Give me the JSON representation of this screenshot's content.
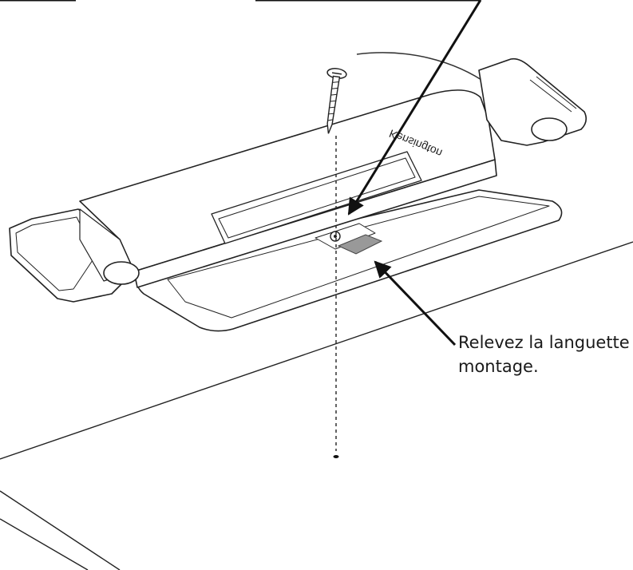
{
  "diagram": {
    "brand_text": "Kensington",
    "callout_line1": "Relevez la languette",
    "callout_line2": "montage."
  }
}
